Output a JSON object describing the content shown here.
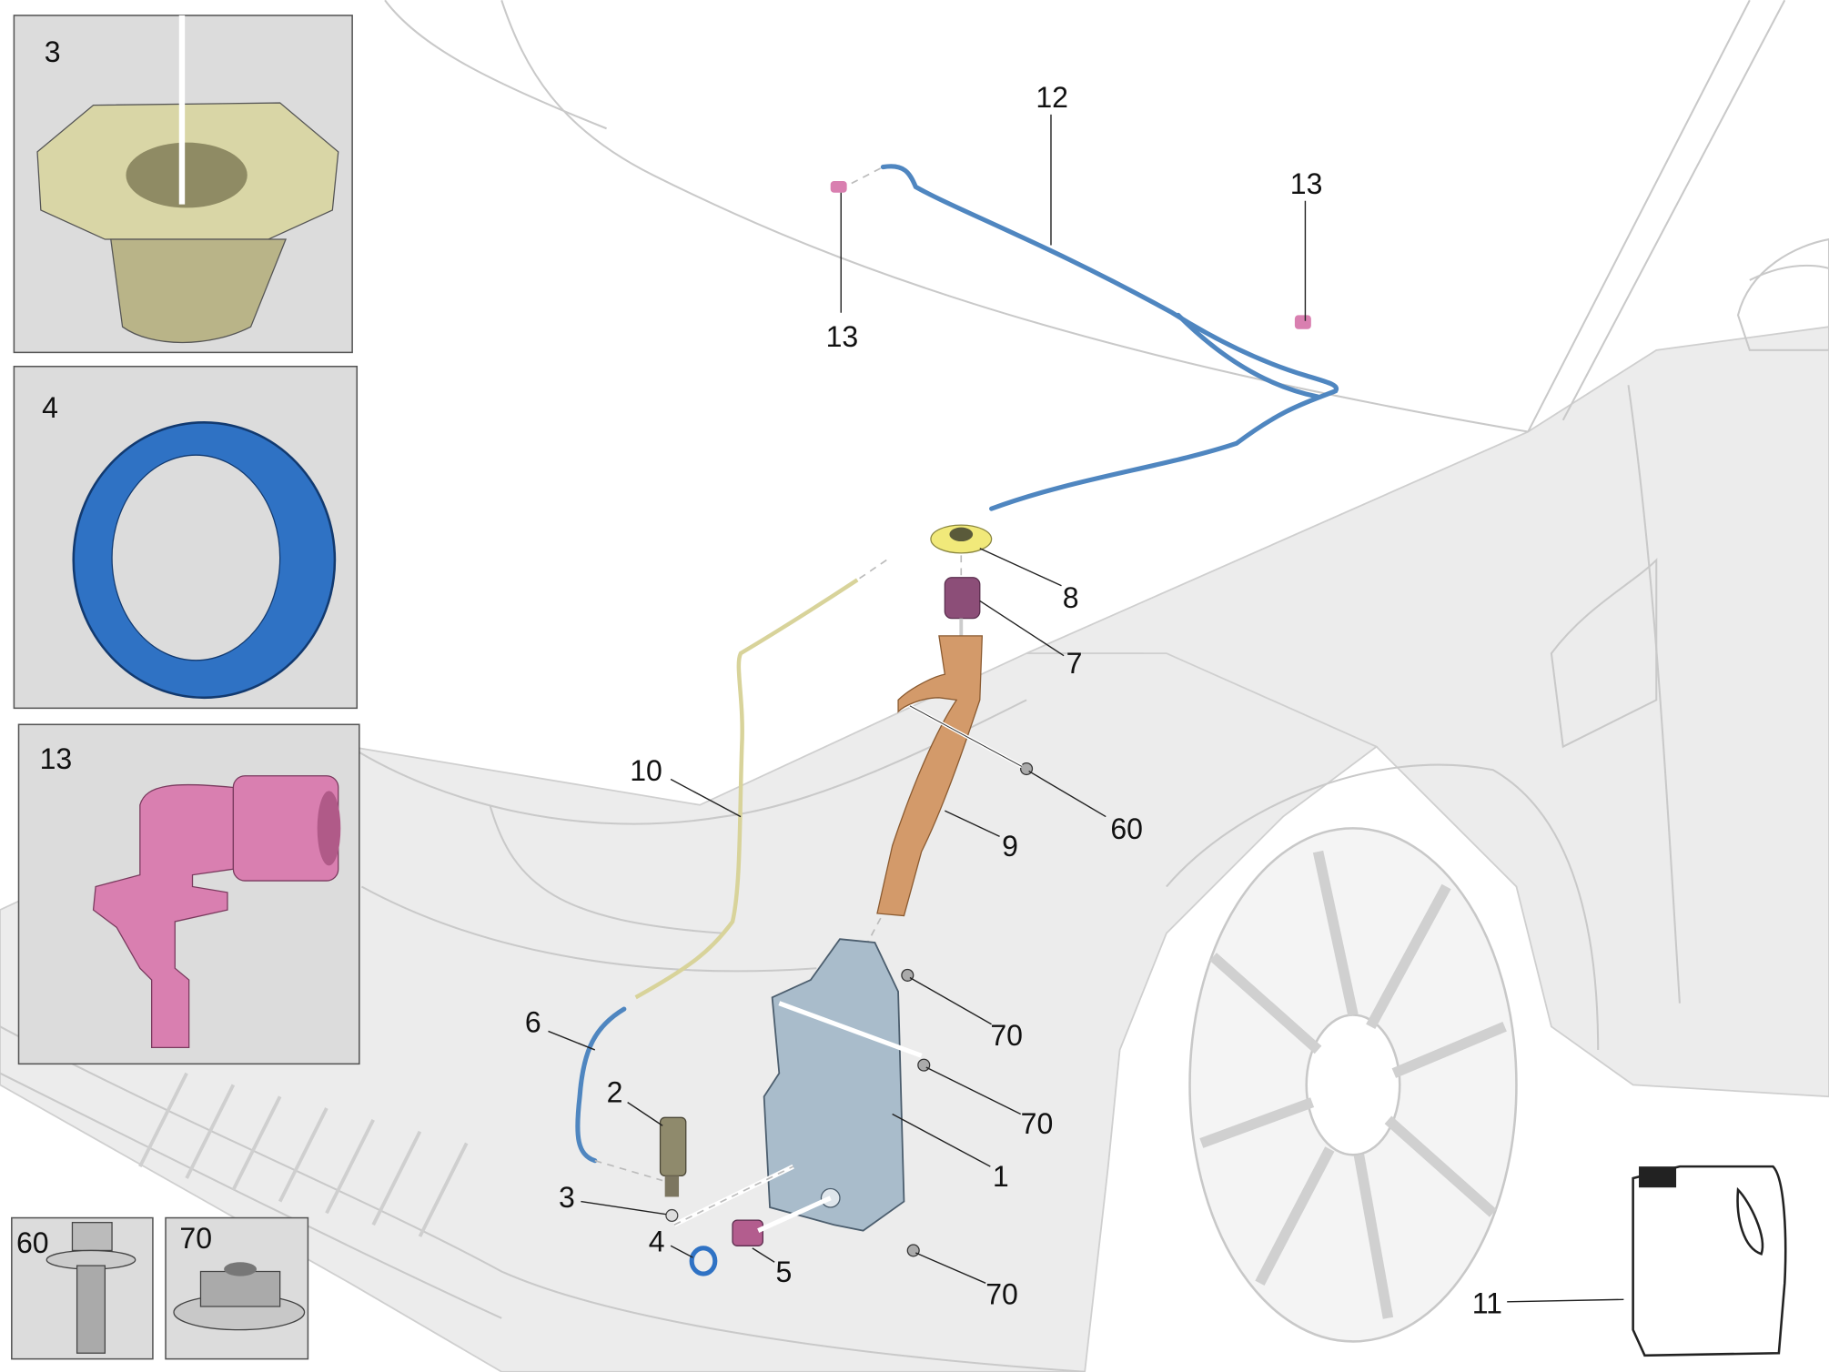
{
  "diagram": {
    "title": "Windshield washer system parts diagram",
    "insets": [
      {
        "label": "3",
        "part": "grommet"
      },
      {
        "label": "4",
        "part": "seal-ring"
      },
      {
        "label": "13",
        "part": "spray-nozzle"
      },
      {
        "label": "60",
        "part": "bolt"
      },
      {
        "label": "70",
        "part": "nut"
      }
    ],
    "callouts": {
      "c12": "12",
      "c13a": "13",
      "c13b": "13",
      "c8": "8",
      "c7": "7",
      "c60": "60",
      "c10": "10",
      "c9": "9",
      "c6": "6",
      "c70a": "70",
      "c70b": "70",
      "c1": "1",
      "c2": "2",
      "c3": "3",
      "c4": "4",
      "c5": "5",
      "c70c": "70",
      "c11": "11"
    },
    "colors": {
      "hose": "#4f86c0",
      "grommet": "#d9d6a6",
      "seal": "#2f72c4",
      "nozzle": "#d97fb0",
      "tank": "#a9bccb",
      "filler": "#d39a6a"
    }
  }
}
